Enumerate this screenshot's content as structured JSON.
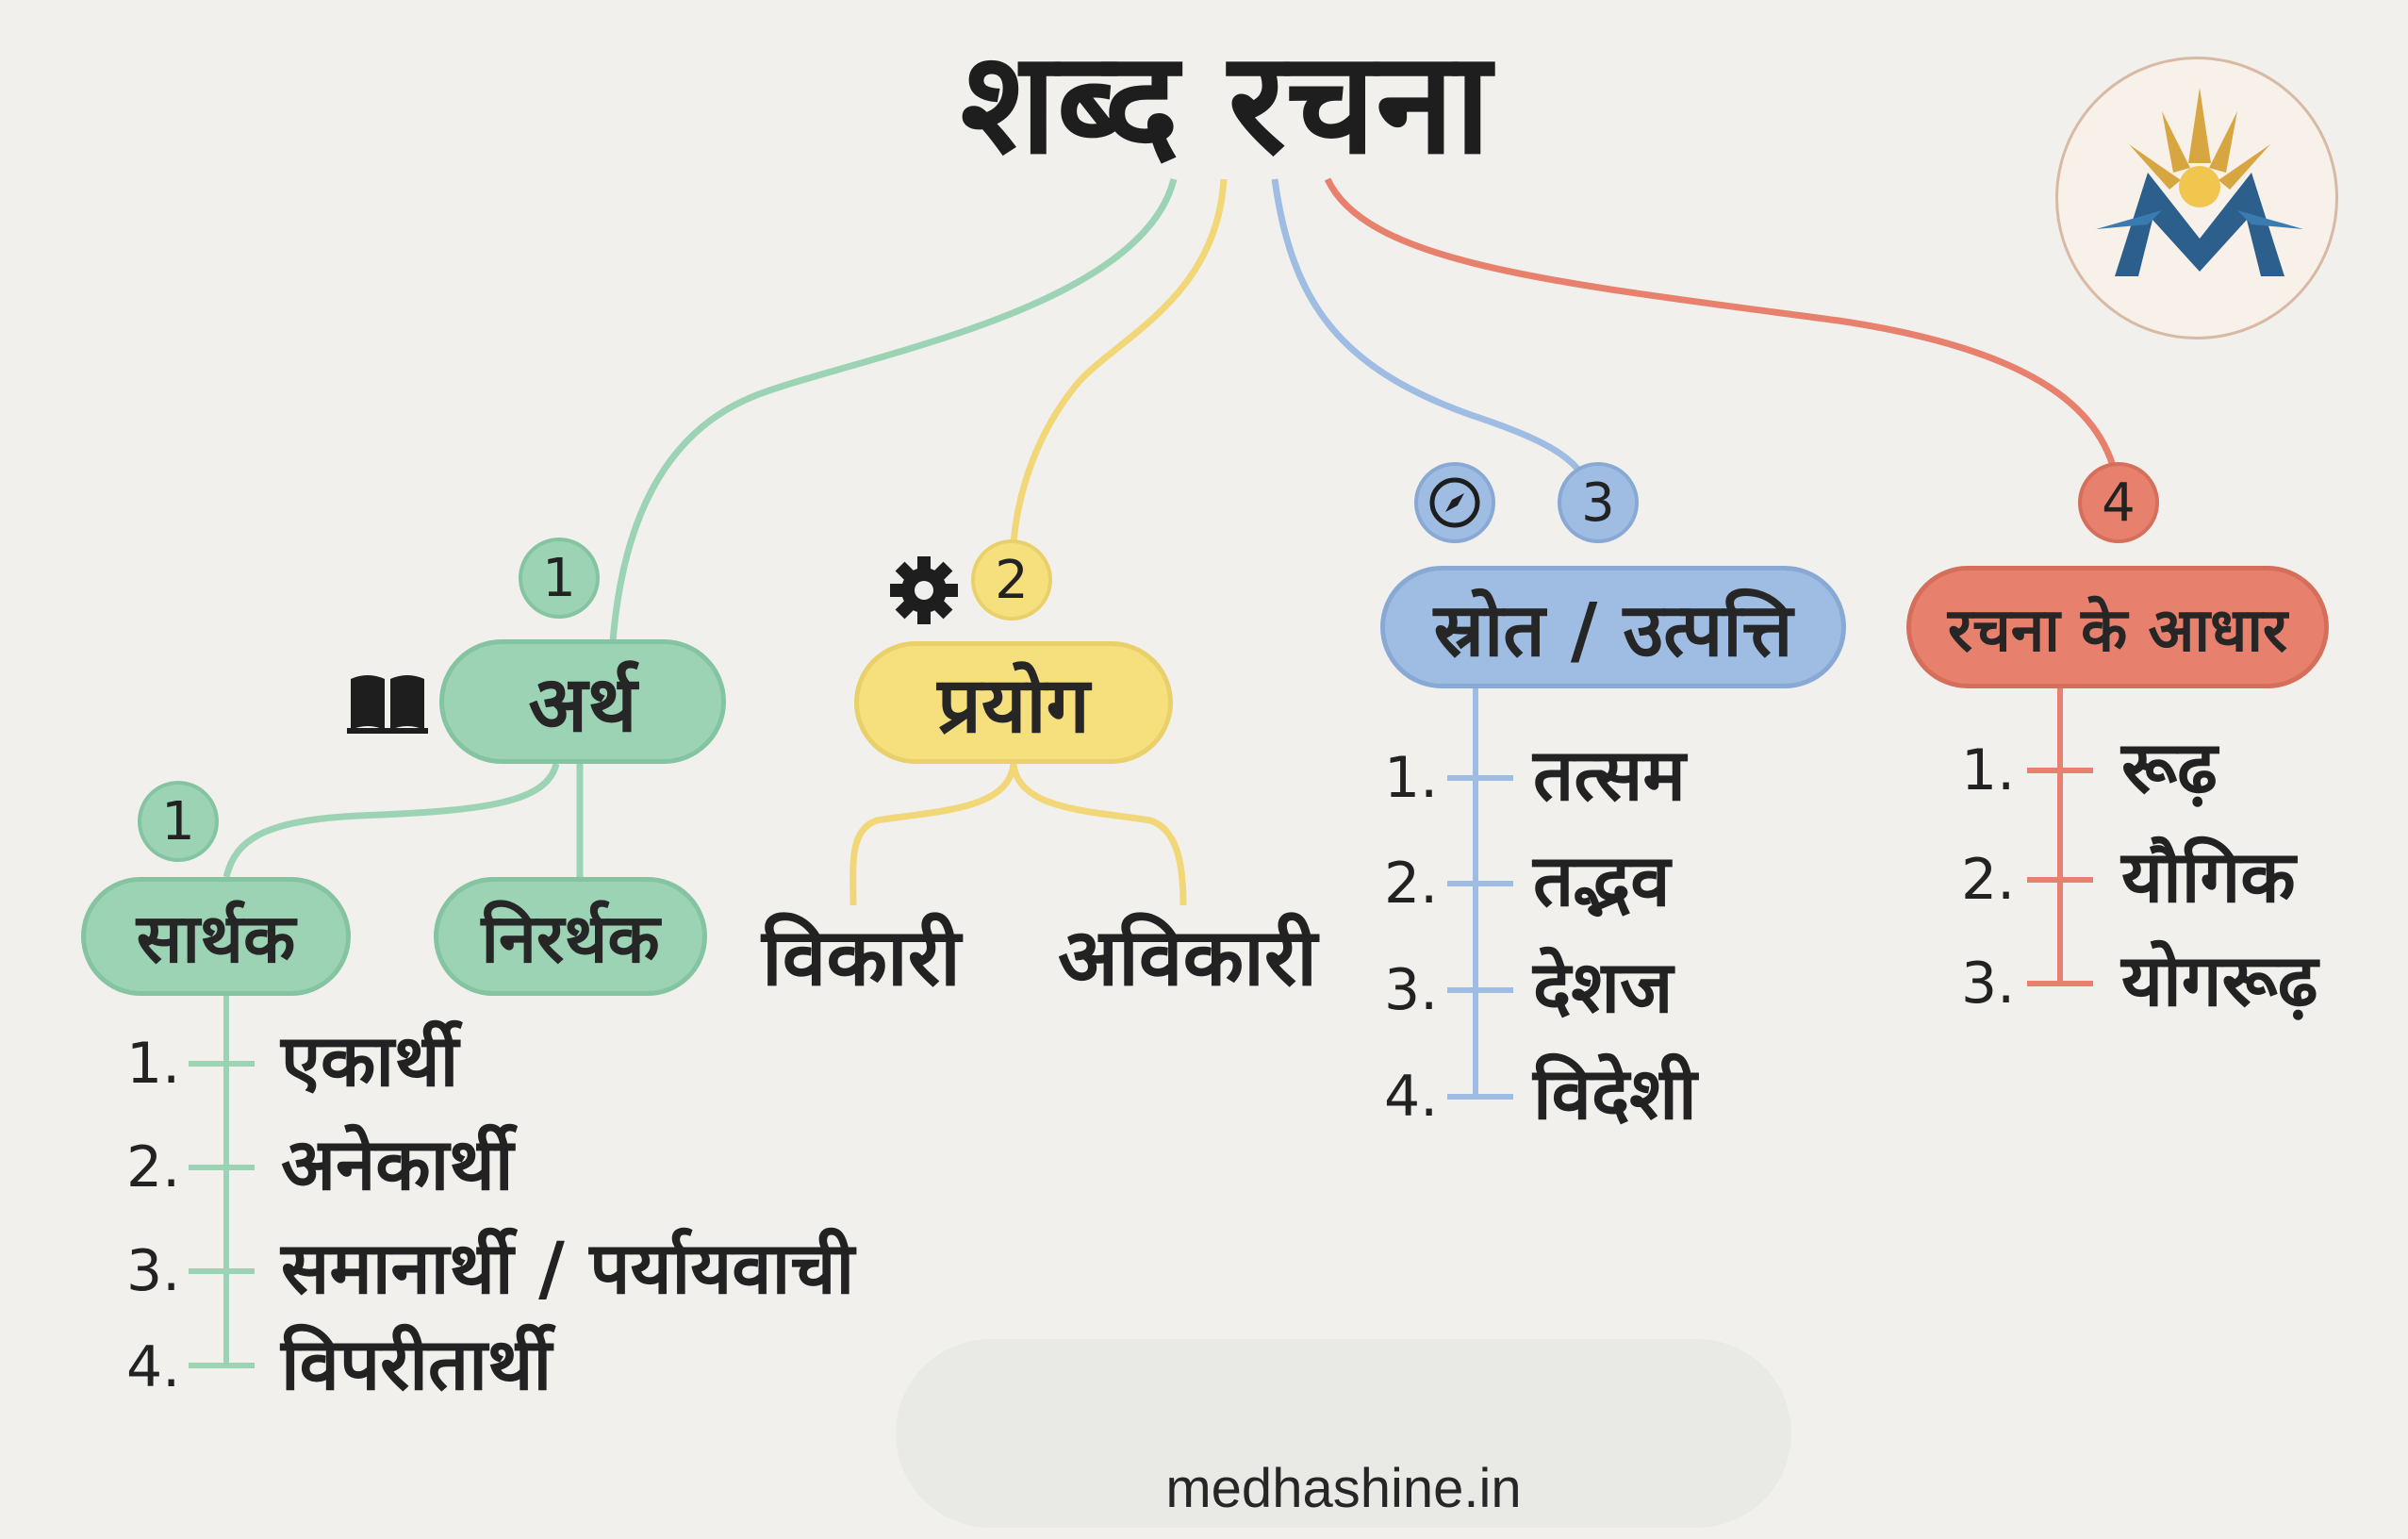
{
  "title": "शब्द रचना",
  "footer": "medhashine.in",
  "branches": [
    {
      "badge": "1",
      "label": "अर्थ",
      "icon": "book-icon",
      "color": "#9bd3b4",
      "children": [
        {
          "badge": "1",
          "label": "सार्थक",
          "items": [
            {
              "num": "1.",
              "text": "एकार्थी"
            },
            {
              "num": "2.",
              "text": "अनेकार्थी"
            },
            {
              "num": "3.",
              "text": "समानार्थी / पर्यायवाची"
            },
            {
              "num": "4.",
              "text": "विपरीतार्थी"
            }
          ]
        },
        {
          "label": "निरर्थक"
        }
      ]
    },
    {
      "badge": "2",
      "label": "प्रयोग",
      "icon": "gear-icon",
      "color": "#f6df7d",
      "children": [
        {
          "label": "विकारी"
        },
        {
          "label": "अविकारी"
        }
      ]
    },
    {
      "badge": "3",
      "label": "स्रोत / उत्पत्ति",
      "icon": "compass-icon",
      "color": "#9fbde3",
      "items": [
        {
          "num": "1.",
          "text": "तत्सम"
        },
        {
          "num": "2.",
          "text": "तद्भव"
        },
        {
          "num": "3.",
          "text": "देशज"
        },
        {
          "num": "4.",
          "text": "विदेशी"
        }
      ]
    },
    {
      "badge": "4",
      "label": "रचना के आधार",
      "color": "#e7806c",
      "items": [
        {
          "num": "1.",
          "text": "रूढ़"
        },
        {
          "num": "2.",
          "text": "यौगिक"
        },
        {
          "num": "3.",
          "text": "योगरूढ़"
        }
      ]
    }
  ],
  "logo": "logo-icon"
}
